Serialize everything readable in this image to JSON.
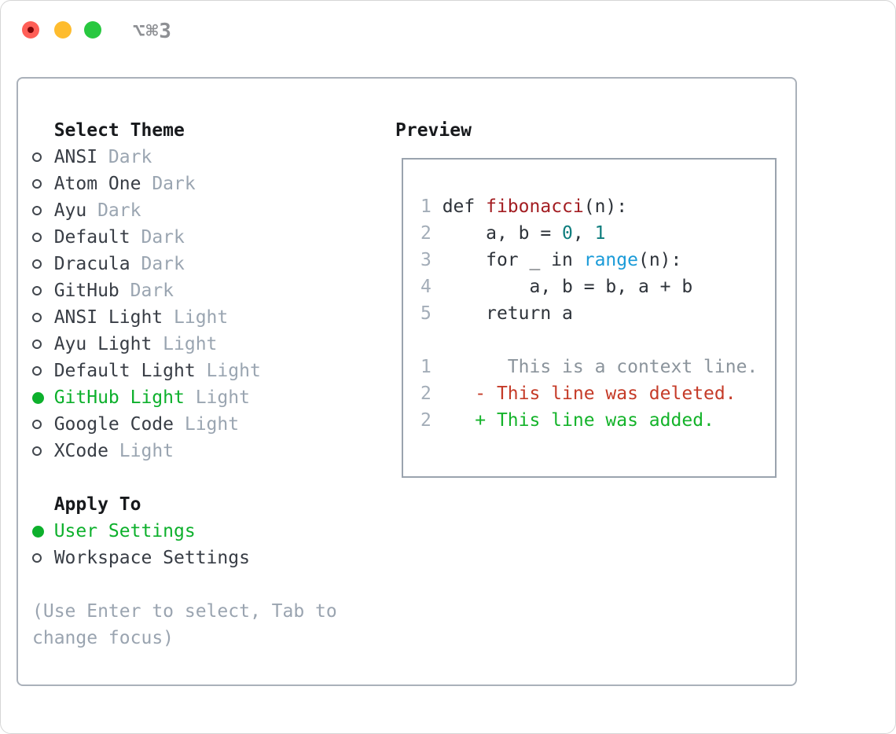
{
  "window": {
    "title": "⌥⌘3",
    "buttons": {
      "close": "close",
      "minimize": "minimize",
      "zoom": "zoom"
    }
  },
  "colors": {
    "accent_green": "#0db02c",
    "function_red": "#a31d22",
    "number_teal": "#0e7d7d",
    "builtin_blue": "#1b9bd8",
    "deleted_red": "#c53b28",
    "added_green": "#14b32a",
    "muted_gray": "#9aa5b1",
    "text_dark": "#383d45",
    "panel_border": "#aab1ba"
  },
  "theme_panel": {
    "header_prompt": ">",
    "header": "Select Theme",
    "items": [
      {
        "name": "ANSI",
        "tag": "Dark",
        "selected": false
      },
      {
        "name": "Atom One",
        "tag": "Dark",
        "selected": false
      },
      {
        "name": "Ayu",
        "tag": "Dark",
        "selected": false
      },
      {
        "name": "Default",
        "tag": "Dark",
        "selected": false
      },
      {
        "name": "Dracula",
        "tag": "Dark",
        "selected": false
      },
      {
        "name": "GitHub",
        "tag": "Dark",
        "selected": false
      },
      {
        "name": "ANSI Light",
        "tag": "Light",
        "selected": false
      },
      {
        "name": "Ayu Light",
        "tag": "Light",
        "selected": false
      },
      {
        "name": "Default Light",
        "tag": "Light",
        "selected": false
      },
      {
        "name": "GitHub Light",
        "tag": "Light",
        "selected": true
      },
      {
        "name": "Google Code",
        "tag": "Light",
        "selected": false
      },
      {
        "name": "XCode",
        "tag": "Light",
        "selected": false
      }
    ],
    "apply_to": {
      "header": "Apply To",
      "options": [
        {
          "label": "User Settings",
          "selected": true
        },
        {
          "label": "Workspace Settings",
          "selected": false
        }
      ]
    },
    "hint_line1": "(Use Enter to select, Tab to",
    "hint_line2": "change focus)"
  },
  "preview": {
    "header": "Preview",
    "code_lines": [
      {
        "num": "1",
        "segments": [
          {
            "text": " def ",
            "style": "plain"
          },
          {
            "text": "fibonacci",
            "style": "fn"
          },
          {
            "text": "(n):",
            "style": "plain"
          }
        ]
      },
      {
        "num": "2",
        "segments": [
          {
            "text": "     a, b = ",
            "style": "plain"
          },
          {
            "text": "0",
            "style": "num"
          },
          {
            "text": ", ",
            "style": "plain"
          },
          {
            "text": "1",
            "style": "num"
          }
        ]
      },
      {
        "num": "3",
        "segments": [
          {
            "text": "     for _ in ",
            "style": "plain"
          },
          {
            "text": "range",
            "style": "builtin"
          },
          {
            "text": "(n):",
            "style": "plain"
          }
        ]
      },
      {
        "num": "4",
        "segments": [
          {
            "text": "         a, b = b, a + b",
            "style": "plain"
          }
        ]
      },
      {
        "num": "5",
        "segments": [
          {
            "text": "     return a",
            "style": "plain"
          }
        ]
      },
      {
        "num": "",
        "segments": []
      },
      {
        "num": "1",
        "segments": [
          {
            "text": "       This is a context line.",
            "style": "context"
          }
        ]
      },
      {
        "num": "2",
        "segments": [
          {
            "text": "    - This line was deleted.",
            "style": "deleted"
          }
        ]
      },
      {
        "num": "2",
        "segments": [
          {
            "text": "    + This line was added.",
            "style": "added"
          }
        ]
      }
    ]
  }
}
